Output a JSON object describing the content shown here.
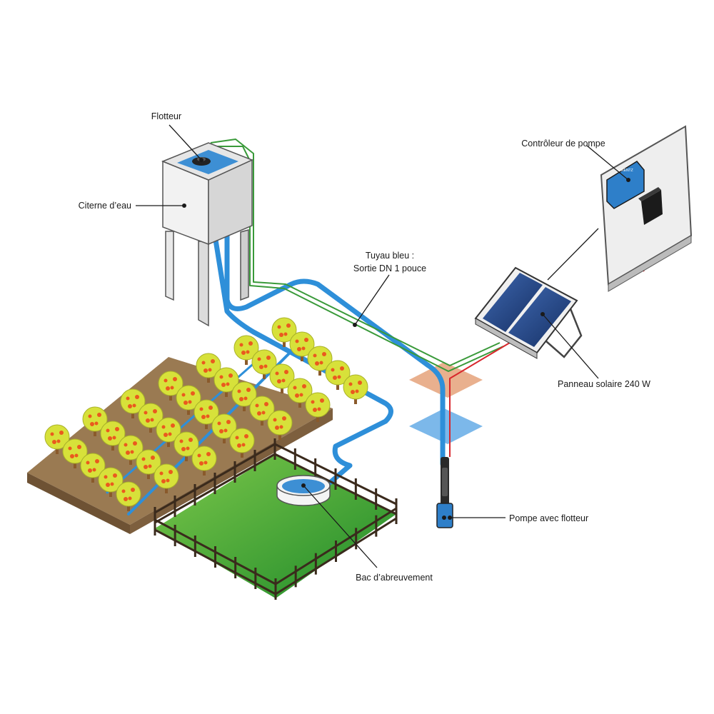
{
  "labels": {
    "float": "Flotteur",
    "tank": "Citerne d’eau",
    "pipe_line1": "Tuyau bleu :",
    "pipe_line2": "Sortie DN 1 pouce",
    "controller": "Contrôleur de pompe",
    "solar_panel": "Panneau solaire 240 W",
    "pump": "Pompe avec flotteur",
    "trough": "Bac d’abreuvement"
  },
  "controller_badge": "LORENTZ",
  "colors": {
    "pipe_blue": "#2e8fd9",
    "wire_green": "#3a9a3a",
    "wire_red": "#d8262c",
    "tank_grey": "#ececec",
    "grass_green": "#3aa33a",
    "soil_brown": "#8a6a45",
    "tree_yellow": "#d7e13a",
    "fruit_orange": "#ea5a1e",
    "ground_orange": "#e9b08e",
    "ground_blue": "#7cb8ea",
    "solar_navy": "#1d3f7c"
  },
  "icons": [
    "float-icon",
    "tank-icon",
    "solar-panel-icon",
    "pump-controller-icon",
    "submersible-pump-icon",
    "water-trough-icon",
    "fence-icon",
    "orchard-tree-icon"
  ]
}
